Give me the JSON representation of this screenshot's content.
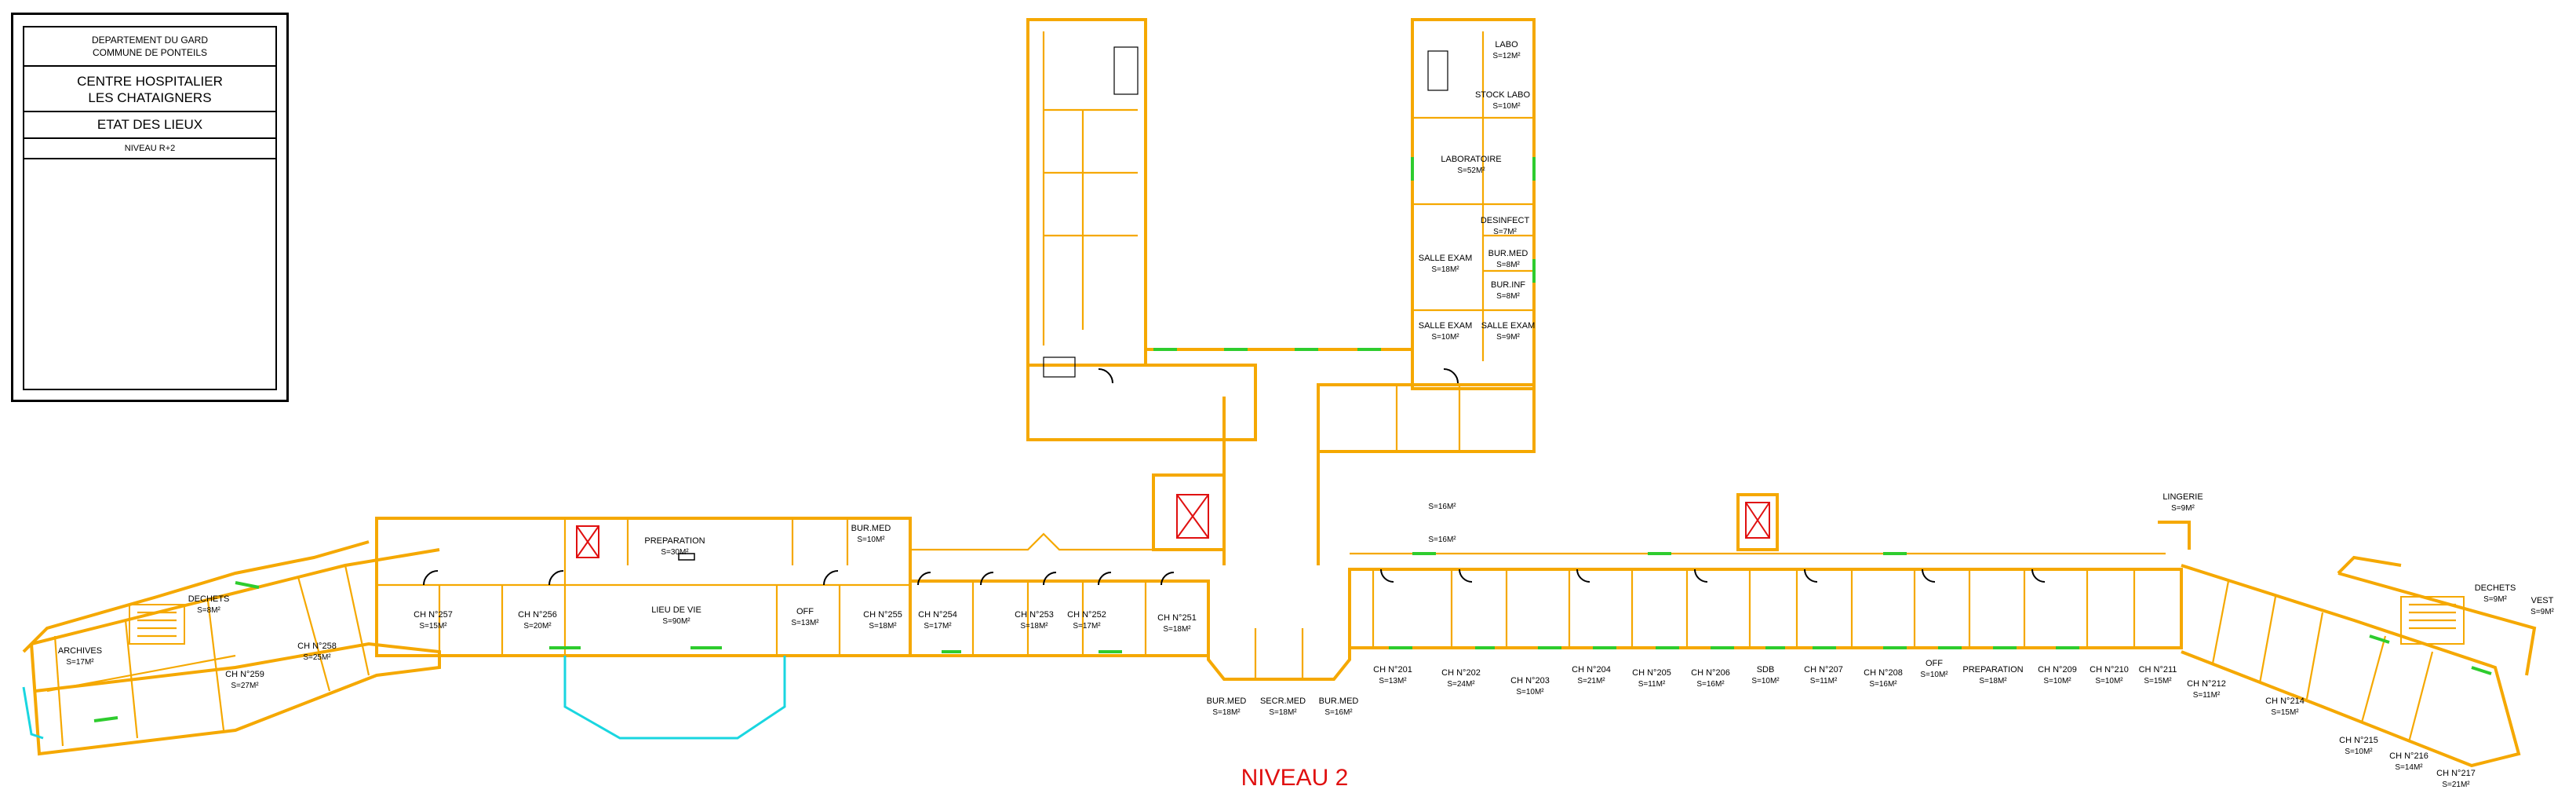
{
  "cartouche": {
    "line1": "DEPARTEMENT DU GARD",
    "line2": "COMMUNE DE PONTEILS",
    "hospital1": "CENTRE HOSPITALIER",
    "hospital2": "LES CHATAIGNERS",
    "doc_title": "ETAT DES LIEUX",
    "level": "NIVEAU R+2"
  },
  "plan_title": "NIVEAU 2",
  "colors": {
    "wall": "#f5a800",
    "window": "#2ecc2e",
    "door": "#000000",
    "title": "#e01010",
    "glass": "#19d6e0"
  },
  "rooms": {
    "labo": [
      "LABO",
      "S=12M²"
    ],
    "stock_labo": [
      "STOCK LABO",
      "S=10M²"
    ],
    "laboratoire": [
      "LABORATOIRE",
      "S=52M²"
    ],
    "desinfect": [
      "DESINFECT",
      "S=7M²"
    ],
    "bur_med_n": [
      "BUR.MED",
      "S=8M²"
    ],
    "bur_inf": [
      "BUR.INF",
      "S=8M²"
    ],
    "salle_exam_1": [
      "SALLE EXAM",
      "S=18M²"
    ],
    "salle_exam_2": [
      "SALLE EXAM",
      "S=10M²"
    ],
    "salle_exam_3": [
      "SALLE EXAM",
      "S=9M²"
    ],
    "s16a": [
      "",
      "S=16M²"
    ],
    "s16b": [
      "",
      "S=16M²"
    ],
    "lingerie": [
      "LINGERIE",
      "S=9M²"
    ],
    "preparation_w": [
      "PREPARATION",
      "S=30M²"
    ],
    "bur_med_w": [
      "BUR.MED",
      "S=10M²"
    ],
    "lieu_de_vie": [
      "LIEU DE VIE",
      "S=90M²"
    ],
    "off_w": [
      "OFF",
      "S=13M²"
    ],
    "ch255": [
      "CH N°255",
      "S=18M²"
    ],
    "ch254": [
      "CH N°254",
      "S=17M²"
    ],
    "ch253": [
      "CH N°253",
      "S=18M²"
    ],
    "ch252": [
      "CH N°252",
      "S=17M²"
    ],
    "ch251": [
      "CH N°251",
      "S=18M²"
    ],
    "ch257": [
      "CH N°257",
      "S=15M²"
    ],
    "ch256": [
      "CH N°256",
      "S=20M²"
    ],
    "ch258": [
      "CH N°258",
      "S=25M²"
    ],
    "ch259": [
      "CH N°259",
      "S=27M²"
    ],
    "archives": [
      "ARCHIVES",
      "S=17M²"
    ],
    "dechets_w": [
      "DECHETS",
      "S=8M²"
    ],
    "bur_med_c1": [
      "BUR.MED",
      "S=18M²"
    ],
    "secr_med": [
      "SECR.MED",
      "S=18M²"
    ],
    "bur_med_c2": [
      "BUR.MED",
      "S=16M²"
    ],
    "ch201": [
      "CH N°201",
      "S=13M²"
    ],
    "ch202": [
      "CH N°202",
      "S=24M²"
    ],
    "ch203": [
      "CH N°203",
      "S=10M²"
    ],
    "ch204": [
      "CH N°204",
      "S=21M²"
    ],
    "ch205": [
      "CH N°205",
      "S=11M²"
    ],
    "ch206": [
      "CH N°206",
      "S=16M²"
    ],
    "sdb": [
      "SDB",
      "S=10M²"
    ],
    "ch207": [
      "CH N°207",
      "S=11M²"
    ],
    "ch208": [
      "CH N°208",
      "S=16M²"
    ],
    "off_e": [
      "OFF",
      "S=10M²"
    ],
    "preparation_e": [
      "PREPARATION",
      "S=18M²"
    ],
    "ch209": [
      "CH N°209",
      "S=10M²"
    ],
    "ch210": [
      "CH N°210",
      "S=10M²"
    ],
    "ch211": [
      "CH N°211",
      "S=15M²"
    ],
    "ch212": [
      "CH N°212",
      "S=11M²"
    ],
    "ch214": [
      "CH N°214",
      "S=15M²"
    ],
    "ch215": [
      "CH N°215",
      "S=10M²"
    ],
    "ch216": [
      "CH N°216",
      "S=14M²"
    ],
    "ch217": [
      "CH N°217",
      "S=21M²"
    ],
    "dechets_e": [
      "DECHETS",
      "S=9M²"
    ],
    "vest": [
      "VEST",
      "S=9M²"
    ]
  }
}
